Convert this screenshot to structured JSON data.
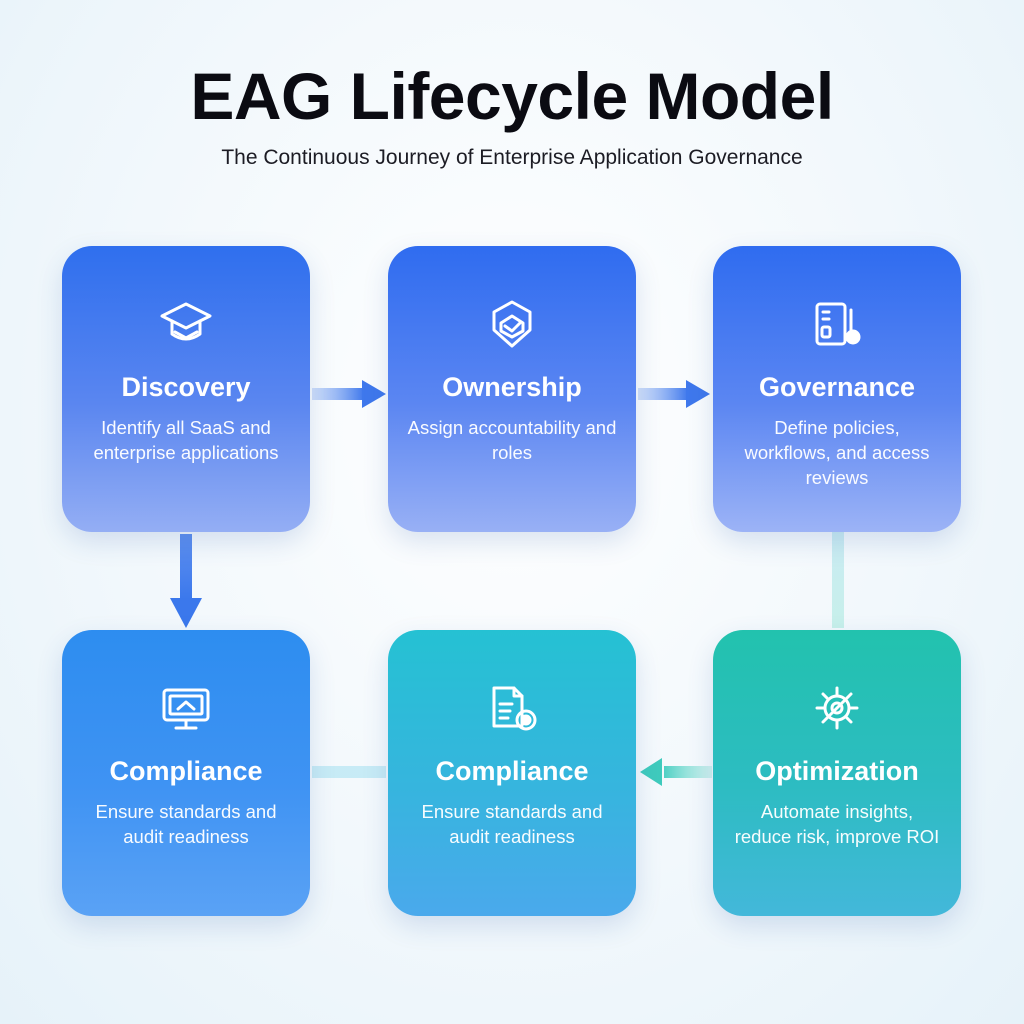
{
  "title": "EAG Lifecycle Model",
  "subtitle": "The Continuous Journey of Enterprise Application Governance",
  "cards": [
    {
      "title": "Discovery",
      "description": "Identify all SaaS and enterprise applications",
      "icon": "graduation-cap-icon"
    },
    {
      "title": "Ownership",
      "description": "Assign accountability and roles",
      "icon": "shield-check-icon"
    },
    {
      "title": "Governance",
      "description": "Define policies, workflows, and access reviews",
      "icon": "server-policy-icon"
    },
    {
      "title": "Compliance",
      "description": "Ensure standards and audit readiness",
      "icon": "monitor-icon"
    },
    {
      "title": "Compliance",
      "description": "Ensure standards and audit readiness",
      "icon": "document-badge-icon"
    },
    {
      "title": "Optimization",
      "description": "Automate insights, reduce risk, improve ROI",
      "icon": "gear-icon"
    }
  ],
  "flow": [
    {
      "from": "Discovery",
      "to": "Ownership",
      "arrow": true
    },
    {
      "from": "Ownership",
      "to": "Governance",
      "arrow": true
    },
    {
      "from": "Discovery",
      "to": "Compliance",
      "arrow": true
    },
    {
      "from": "Governance",
      "to": "Optimization",
      "arrow": false
    },
    {
      "from": "Optimization",
      "to": "Compliance",
      "arrow": true
    },
    {
      "from": "Compliance",
      "to": "Compliance",
      "arrow": false
    }
  ],
  "colors": {
    "title_text": "#0b0b12",
    "blue_card": "#2f6fee",
    "teal_card": "#25c1d3",
    "green_card": "#22c2ae",
    "arrow": "#4f84ee"
  }
}
